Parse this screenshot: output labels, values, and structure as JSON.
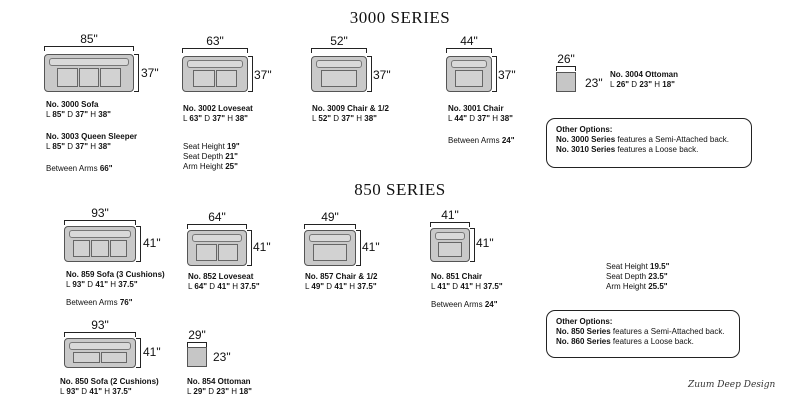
{
  "series3000": {
    "title": "3000 SERIES",
    "sofa": {
      "width": "85\"",
      "height": "37\"",
      "name": "No. 3000 Sofa",
      "dims": [
        "L ",
        "85\"",
        " D ",
        "37\"",
        " H ",
        "38\""
      ]
    },
    "sleeper": {
      "name": "No. 3003 Queen Sleeper",
      "dims": [
        "L ",
        "85\"",
        " D ",
        "37\"",
        " H ",
        "38\""
      ]
    },
    "between_arms_sofa": {
      "label": "Between Arms ",
      "value": "66\""
    },
    "loveseat": {
      "width": "63\"",
      "height": "37\"",
      "name": "No. 3002 Loveseat",
      "dims": [
        "L ",
        "63\"",
        " D ",
        "37\"",
        " H ",
        "38\""
      ]
    },
    "seat_specs": [
      {
        "label": "Seat Height ",
        "value": "19\""
      },
      {
        "label": "Seat Depth ",
        "value": "21\""
      },
      {
        "label": "Arm Height ",
        "value": "25\""
      }
    ],
    "chair_half": {
      "width": "52\"",
      "height": "37\"",
      "name": "No. 3009 Chair & 1/2",
      "dims": [
        "L ",
        "52\"",
        " D ",
        "37\"",
        " H ",
        "38\""
      ]
    },
    "chair": {
      "width": "44\"",
      "height": "37\"",
      "name": "No. 3001 Chair",
      "dims": [
        "L ",
        "44\"",
        " D ",
        "37\"",
        " H ",
        "38\""
      ]
    },
    "between_arms_chair": {
      "label": "Between Arms ",
      "value": "24\""
    },
    "ottoman": {
      "width": "26\"",
      "height": "23\"",
      "name": "No. 3004 Ottoman",
      "dims": [
        "L ",
        "26\"",
        " D ",
        "23\"",
        " H ",
        "18\""
      ]
    },
    "options": {
      "title": "Other Options:",
      "line1_bold": "No. 3000 Series",
      "line1_rest": " features a Semi-Attached back.",
      "line2_bold": "No. 3010 Series",
      "line2_rest": " features a Loose back."
    }
  },
  "series850": {
    "title": "850 SERIES",
    "sofa3": {
      "width": "93\"",
      "height": "41\"",
      "name": "No. 859 Sofa",
      "suffix": "  (3 Cushions)",
      "dims": [
        "L ",
        "93\"",
        " D ",
        "41\"",
        " H ",
        "37.5\""
      ]
    },
    "between_arms_sofa": {
      "label": "Between Arms ",
      "value": "76\""
    },
    "loveseat": {
      "width": "64\"",
      "height": "41\"",
      "name": "No. 852 Loveseat",
      "dims": [
        "L ",
        "64\"",
        " D ",
        "41\"",
        " H ",
        "37.5\""
      ]
    },
    "chair_half": {
      "width": "49\"",
      "height": "41\"",
      "name": "No. 857 Chair & 1/2",
      "dims": [
        "L ",
        "49\"",
        " D ",
        "41\"",
        " H ",
        "37.5\""
      ]
    },
    "chair": {
      "width": "41\"",
      "height": "41\"",
      "name": "No. 851 Chair",
      "dims": [
        "L ",
        "41\"",
        " D ",
        "41\"",
        " H ",
        "37.5\""
      ]
    },
    "between_arms_chair": {
      "label": "Between Arms ",
      "value": "24\""
    },
    "seat_specs": [
      {
        "label": "Seat Height ",
        "value": "19.5\""
      },
      {
        "label": "Seat Depth ",
        "value": "23.5\""
      },
      {
        "label": "Arm Height ",
        "value": "25.5\""
      }
    ],
    "sofa2": {
      "width": "93\"",
      "height": "41\"",
      "name": "No. 850 Sofa (2 Cushions)",
      "dims": [
        "L ",
        "93\"",
        " D ",
        "41\"",
        " H ",
        "37.5\""
      ]
    },
    "ottoman": {
      "width": "29\"",
      "height": "23\"",
      "name": "No. 854 Ottoman",
      "dims": [
        "L ",
        "29\"",
        " D ",
        "23\"",
        " H ",
        "18\""
      ]
    },
    "options": {
      "title": "Other Options:",
      "line1_bold": "No. 850 Series",
      "line1_rest": " features a Semi-Attached back.",
      "line2_bold": "No. 860 Series",
      "line2_rest": " features a Loose back."
    }
  },
  "signature": "Zuum Deep Design"
}
